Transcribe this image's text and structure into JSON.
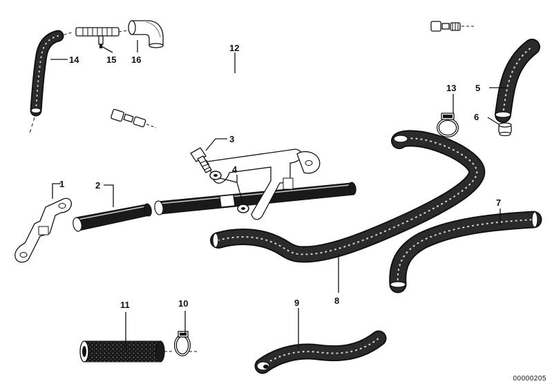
{
  "diagram": {
    "callouts": [
      {
        "id": "c1",
        "label": "1"
      },
      {
        "id": "c2",
        "label": "2"
      },
      {
        "id": "c3",
        "label": "3"
      },
      {
        "id": "c4",
        "label": "4"
      },
      {
        "id": "c5",
        "label": "5"
      },
      {
        "id": "c6",
        "label": "6"
      },
      {
        "id": "c7",
        "label": "7"
      },
      {
        "id": "c8",
        "label": "8"
      },
      {
        "id": "c9",
        "label": "9"
      },
      {
        "id": "c10",
        "label": "10"
      },
      {
        "id": "c11",
        "label": "11"
      },
      {
        "id": "c12",
        "label": "12"
      },
      {
        "id": "c13",
        "label": "13"
      },
      {
        "id": "c14",
        "label": "14"
      },
      {
        "id": "c15",
        "label": "15"
      },
      {
        "id": "c16",
        "label": "16"
      }
    ],
    "document_number": "00000205"
  }
}
